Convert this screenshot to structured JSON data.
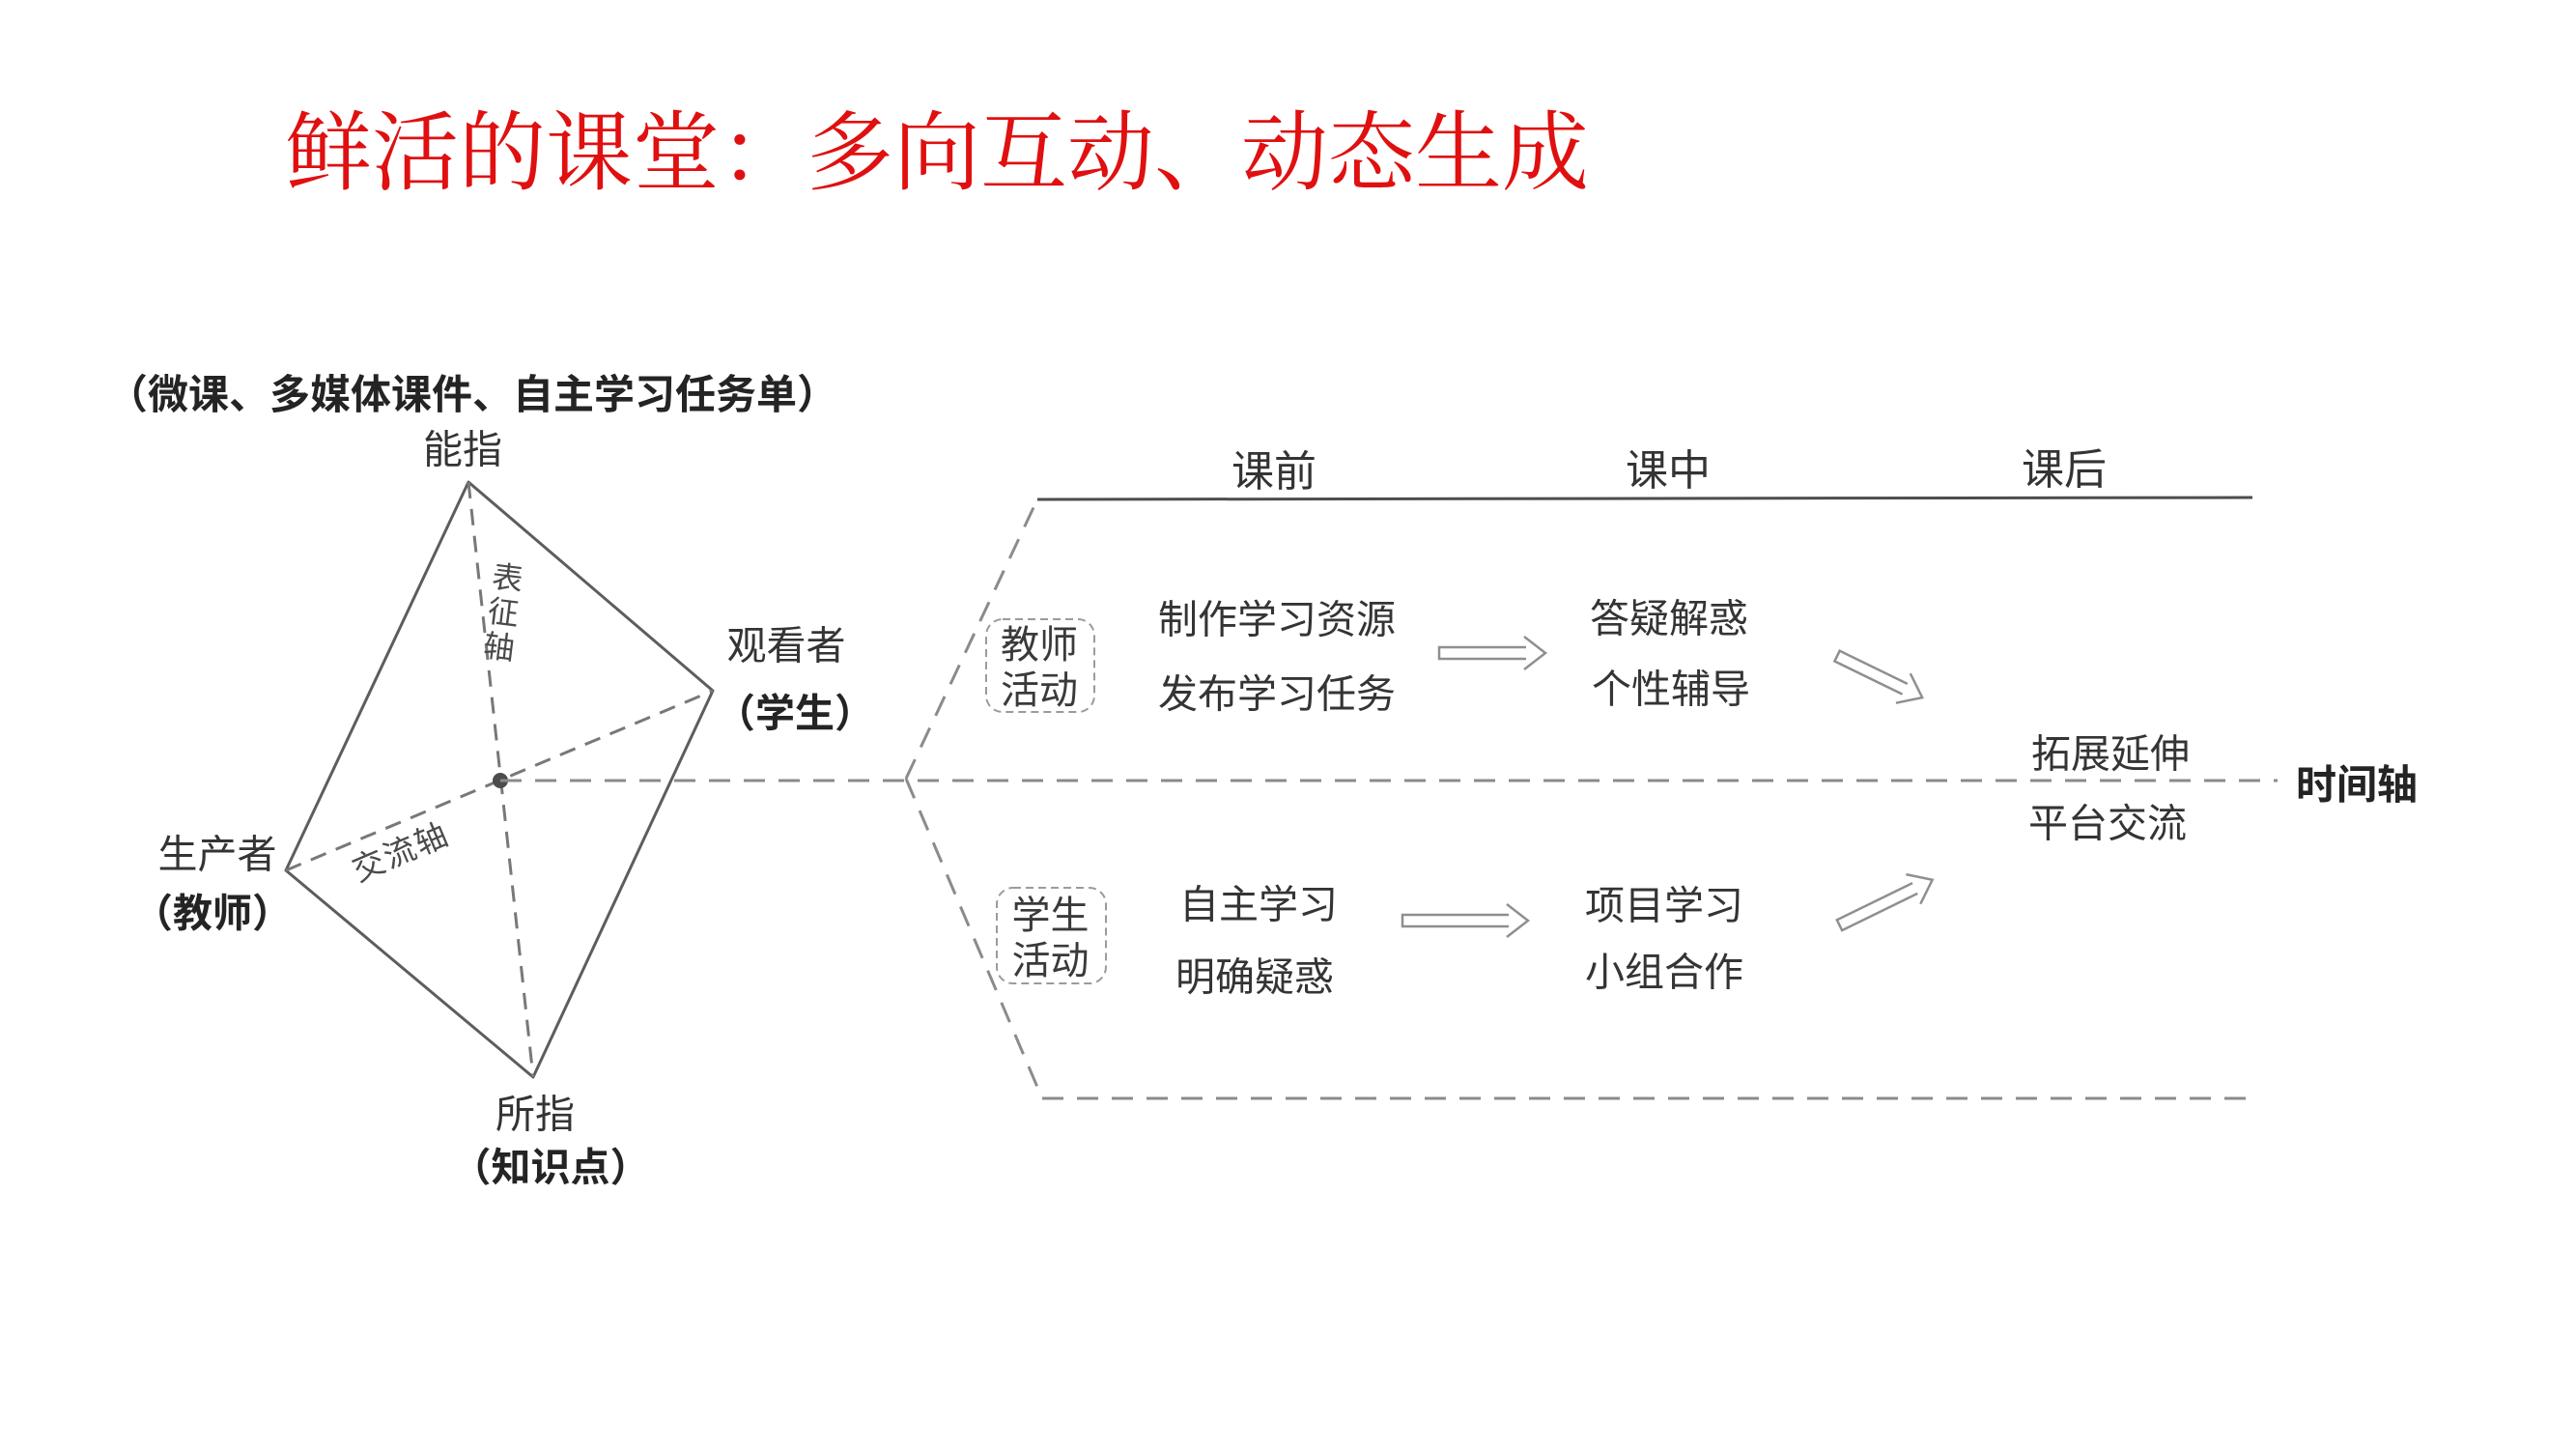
{
  "slide": {
    "title": "鲜活的课堂：多向互动、动态生成",
    "title_color": "#e01010",
    "background_color": "#ffffff"
  },
  "semiotic_figure": {
    "top_caption": "（微课、多媒体课件、自主学习任务单）",
    "top_vertex_label": "能指",
    "right_vertex_label": "观看者",
    "right_vertex_sublabel": "（学生）",
    "left_vertex_label": "生产者",
    "left_vertex_sublabel": "（教师）",
    "bottom_vertex_label": "所指",
    "bottom_vertex_sublabel": "（知识点）",
    "vertical_axis_label": "表征轴",
    "diagonal_axis_label": "交流轴"
  },
  "timeline_figure": {
    "phase_headers": [
      {
        "label": "课前"
      },
      {
        "label": "课中"
      },
      {
        "label": "课后"
      }
    ],
    "axis_label": "时间轴",
    "teacher_track": {
      "box_label_line1": "教师",
      "box_label_line2": "活动",
      "pre_class_line1": "制作学习资源",
      "pre_class_line2": "发布学习任务",
      "in_class_line1": "答疑解惑",
      "in_class_line2": "个性辅导"
    },
    "student_track": {
      "box_label_line1": "学生",
      "box_label_line2": "活动",
      "pre_class_line1": "自主学习",
      "pre_class_line2": "明确疑惑",
      "in_class_line1": "项目学习",
      "in_class_line2": "小组合作"
    },
    "after_class_line1": "拓展延伸",
    "after_class_line2": "平台交流"
  }
}
